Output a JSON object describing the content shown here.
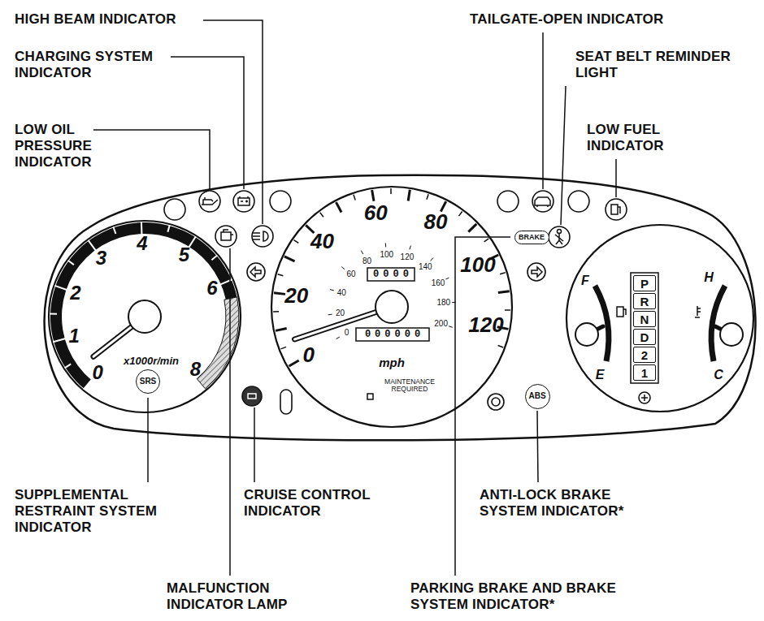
{
  "diagram": {
    "nodes": [
      {
        "text": [
          "BRAKE"
        ]
      },
      {
        "text": [
          "P"
        ]
      },
      {
        "text": [
          "R"
        ]
      },
      {
        "text": [
          "N"
        ]
      },
      {
        "text": [
          "D"
        ]
      },
      {
        "text": [
          "2"
        ]
      },
      {
        "text": [
          "1"
        ]
      },
      {
        "text": [
          "SRS"
        ]
      },
      {
        "text": [
          "ABS"
        ]
      }
    ],
    "labels": [
      "HIGH BEAM INDICATOR",
      "CHARGING SYSTEM INDICATOR",
      "LOW OIL PRESSURE INDICATOR",
      "TAILGATE-OPEN INDICATOR",
      "SEAT BELT REMINDER LIGHT",
      "LOW FUEL INDICATOR",
      "0",
      "1",
      "2",
      "3",
      "4",
      "5",
      "6",
      "8",
      "x1000r/min",
      "0",
      "20",
      "40",
      "60",
      "80",
      "100",
      "120",
      "0",
      "20",
      "40",
      "60",
      "80",
      "100",
      "120",
      "140",
      "160",
      "180",
      "200",
      "0000",
      "000000",
      "mph",
      "MAINTENANCE REQUIRED",
      "F",
      "E",
      "H",
      "C",
      "SUPPLEMENTAL RESTRAINT SYSTEM INDICATOR",
      "CRUISE CONTROL INDICATOR",
      "ANTI-LOCK BRAKE SYSTEM INDICATOR*",
      "MALFUNCTION INDICATOR LAMP",
      "PARKING BRAKE AND BRAKE SYSTEM INDICATOR*"
    ]
  }
}
